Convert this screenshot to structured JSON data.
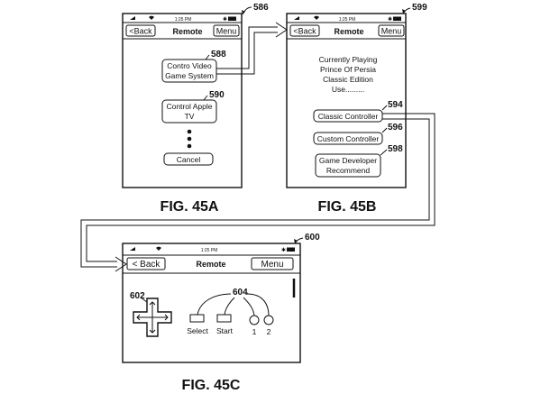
{
  "status_time": "1:25 PM",
  "fig_a": {
    "ref": "586",
    "caption": "FIG. 45A",
    "back_label": "<Back",
    "title": "Remote",
    "menu_label": "Menu",
    "option1": {
      "ref": "588",
      "line1": "Contro Video",
      "line2": "Game System"
    },
    "option2": {
      "ref": "590",
      "line1": "Control Apple",
      "line2": "TV"
    },
    "cancel_label": "Cancel"
  },
  "fig_b": {
    "ref": "599",
    "caption": "FIG. 45B",
    "back_label": "<Back",
    "title": "Remote",
    "menu_label": "Menu",
    "playing": [
      "Currently Playing",
      "Prince Of Persia",
      "Classic Edition",
      "Use........."
    ],
    "classic": {
      "ref": "594",
      "label": "Classic Controller"
    },
    "custom": {
      "ref": "596",
      "label": "Custom Controller"
    },
    "developer": {
      "ref": "598",
      "line1": "Game Developer",
      "line2": "Recommend"
    }
  },
  "fig_c": {
    "ref": "600",
    "caption": "FIG. 45C",
    "back_label": "< Back",
    "title": "Remote",
    "menu_label": "Menu",
    "dpad_ref": "602",
    "buttons_ref": "604",
    "select_label": "Select",
    "start_label": "Start",
    "button1_label": "1",
    "button2_label": "2"
  }
}
